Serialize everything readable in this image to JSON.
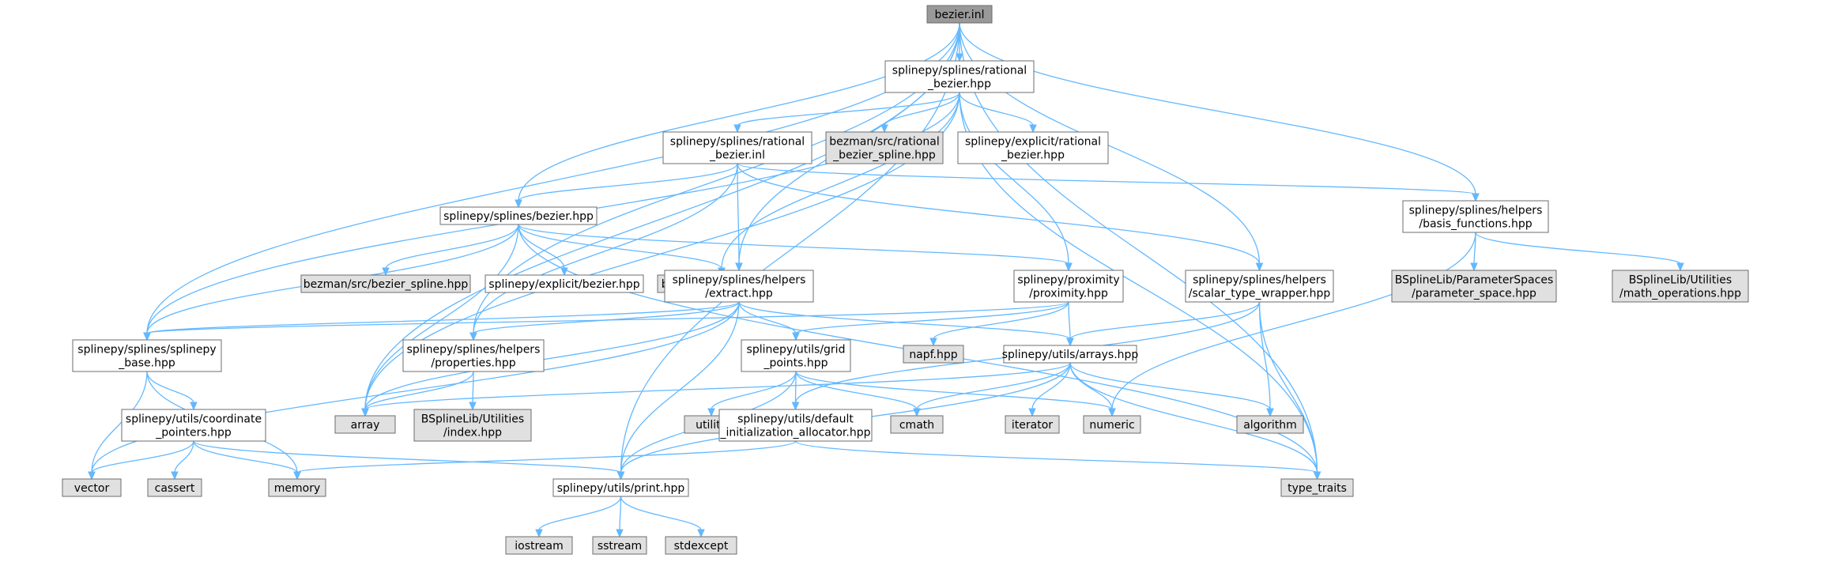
{
  "graph": {
    "nodes": [
      {
        "id": "bezier_inl",
        "lines": [
          "bezier.inl"
        ],
        "kind": "root"
      },
      {
        "id": "rational_bezier_hpp",
        "lines": [
          "splinepy/splines/rational",
          "_bezier.hpp"
        ],
        "kind": "documented"
      },
      {
        "id": "rational_bezier_inl",
        "lines": [
          "splinepy/splines/rational",
          "_bezier.inl"
        ],
        "kind": "documented"
      },
      {
        "id": "bezman_rational_spline",
        "lines": [
          "bezman/src/rational",
          "_bezier_spline.hpp"
        ],
        "kind": "external"
      },
      {
        "id": "explicit_rational",
        "lines": [
          "splinepy/explicit/rational",
          "_bezier.hpp"
        ],
        "kind": "documented"
      },
      {
        "id": "basis_functions",
        "lines": [
          "splinepy/splines/helpers",
          "/basis_functions.hpp"
        ],
        "kind": "documented"
      },
      {
        "id": "bezier_hpp",
        "lines": [
          "splinepy/splines/bezier.hpp"
        ],
        "kind": "documented"
      },
      {
        "id": "bezman_bezier_spline",
        "lines": [
          "bezman/src/bezier_spline.hpp"
        ],
        "kind": "external"
      },
      {
        "id": "explicit_bezier",
        "lines": [
          "splinepy/explicit/bezier.hpp"
        ],
        "kind": "documented"
      },
      {
        "id": "bezman_point",
        "lines": [
          "bezman/src/point.hpp"
        ],
        "kind": "external"
      },
      {
        "id": "extract",
        "lines": [
          "splinepy/splines/helpers",
          "/extract.hpp"
        ],
        "kind": "documented"
      },
      {
        "id": "proximity",
        "lines": [
          "splinepy/proximity",
          "/proximity.hpp"
        ],
        "kind": "documented"
      },
      {
        "id": "scalar_type_wrapper",
        "lines": [
          "splinepy/splines/helpers",
          "/scalar_type_wrapper.hpp"
        ],
        "kind": "documented"
      },
      {
        "id": "bspl_param_space",
        "lines": [
          "BSplineLib/ParameterSpaces",
          "/parameter_space.hpp"
        ],
        "kind": "external"
      },
      {
        "id": "bspl_math_ops",
        "lines": [
          "BSplineLib/Utilities",
          "/math_operations.hpp"
        ],
        "kind": "external"
      },
      {
        "id": "splinepy_base",
        "lines": [
          "splinepy/splines/splinepy",
          "_base.hpp"
        ],
        "kind": "documented"
      },
      {
        "id": "properties",
        "lines": [
          "splinepy/splines/helpers",
          "/properties.hpp"
        ],
        "kind": "documented"
      },
      {
        "id": "grid_points",
        "lines": [
          "splinepy/utils/grid",
          "_points.hpp"
        ],
        "kind": "documented"
      },
      {
        "id": "napf",
        "lines": [
          "napf.hpp"
        ],
        "kind": "external"
      },
      {
        "id": "arrays",
        "lines": [
          "splinepy/utils/arrays.hpp"
        ],
        "kind": "documented"
      },
      {
        "id": "coordinate_pointers",
        "lines": [
          "splinepy/utils/coordinate",
          "_pointers.hpp"
        ],
        "kind": "documented"
      },
      {
        "id": "array",
        "lines": [
          "array"
        ],
        "kind": "external"
      },
      {
        "id": "bspl_index",
        "lines": [
          "BSplineLib/Utilities",
          "/index.hpp"
        ],
        "kind": "external"
      },
      {
        "id": "utility",
        "lines": [
          "utility"
        ],
        "kind": "external"
      },
      {
        "id": "default_alloc",
        "lines": [
          "splinepy/utils/default",
          "_initialization_allocator.hpp"
        ],
        "kind": "documented"
      },
      {
        "id": "cmath",
        "lines": [
          "cmath"
        ],
        "kind": "external"
      },
      {
        "id": "iterator",
        "lines": [
          "iterator"
        ],
        "kind": "external"
      },
      {
        "id": "numeric",
        "lines": [
          "numeric"
        ],
        "kind": "external"
      },
      {
        "id": "algorithm",
        "lines": [
          "algorithm"
        ],
        "kind": "external"
      },
      {
        "id": "vector",
        "lines": [
          "vector"
        ],
        "kind": "external"
      },
      {
        "id": "cassert",
        "lines": [
          "cassert"
        ],
        "kind": "external"
      },
      {
        "id": "memory",
        "lines": [
          "memory"
        ],
        "kind": "external"
      },
      {
        "id": "print",
        "lines": [
          "splinepy/utils/print.hpp"
        ],
        "kind": "documented"
      },
      {
        "id": "type_traits",
        "lines": [
          "type_traits"
        ],
        "kind": "external"
      },
      {
        "id": "iostream",
        "lines": [
          "iostream"
        ],
        "kind": "external"
      },
      {
        "id": "sstream",
        "lines": [
          "sstream"
        ],
        "kind": "external"
      },
      {
        "id": "stdexcept",
        "lines": [
          "stdexcept"
        ],
        "kind": "external"
      }
    ],
    "edges": [
      [
        "bezier_inl",
        "rational_bezier_hpp"
      ],
      [
        "bezier_inl",
        "bezier_hpp"
      ],
      [
        "bezier_inl",
        "extract"
      ],
      [
        "bezier_inl",
        "scalar_type_wrapper"
      ],
      [
        "bezier_inl",
        "basis_functions"
      ],
      [
        "bezier_inl",
        "splinepy_base"
      ],
      [
        "bezier_inl",
        "properties"
      ],
      [
        "bezier_inl",
        "array"
      ],
      [
        "bezier_inl",
        "print"
      ],
      [
        "bezier_inl",
        "type_traits"
      ],
      [
        "rational_bezier_hpp",
        "rational_bezier_inl"
      ],
      [
        "rational_bezier_hpp",
        "bezman_rational_spline"
      ],
      [
        "rational_bezier_hpp",
        "explicit_rational"
      ],
      [
        "rational_bezier_hpp",
        "splinepy_base"
      ],
      [
        "rational_bezier_hpp",
        "bezman_point"
      ],
      [
        "rational_bezier_hpp",
        "proximity"
      ],
      [
        "rational_bezier_hpp",
        "array"
      ],
      [
        "rational_bezier_hpp",
        "type_traits"
      ],
      [
        "rational_bezier_inl",
        "bezier_hpp"
      ],
      [
        "rational_bezier_inl",
        "extract"
      ],
      [
        "rational_bezier_inl",
        "scalar_type_wrapper"
      ],
      [
        "rational_bezier_inl",
        "basis_functions"
      ],
      [
        "rational_bezier_inl",
        "properties"
      ],
      [
        "bezier_hpp",
        "bezman_bezier_spline"
      ],
      [
        "bezier_hpp",
        "explicit_bezier"
      ],
      [
        "bezier_hpp",
        "bezman_point"
      ],
      [
        "bezier_hpp",
        "proximity"
      ],
      [
        "bezier_hpp",
        "splinepy_base"
      ],
      [
        "bezier_hpp",
        "array"
      ],
      [
        "bezier_hpp",
        "type_traits"
      ],
      [
        "basis_functions",
        "bspl_param_space"
      ],
      [
        "basis_functions",
        "bspl_math_ops"
      ],
      [
        "basis_functions",
        "numeric"
      ],
      [
        "extract",
        "splinepy_base"
      ],
      [
        "extract",
        "properties"
      ],
      [
        "extract",
        "grid_points"
      ],
      [
        "extract",
        "arrays"
      ],
      [
        "extract",
        "array"
      ],
      [
        "extract",
        "vector"
      ],
      [
        "extract",
        "print"
      ],
      [
        "proximity",
        "napf"
      ],
      [
        "proximity",
        "arrays"
      ],
      [
        "proximity",
        "grid_points"
      ],
      [
        "proximity",
        "splinepy_base"
      ],
      [
        "scalar_type_wrapper",
        "arrays"
      ],
      [
        "scalar_type_wrapper",
        "algorithm"
      ],
      [
        "scalar_type_wrapper",
        "type_traits"
      ],
      [
        "scalar_type_wrapper",
        "default_alloc"
      ],
      [
        "splinepy_base",
        "coordinate_pointers"
      ],
      [
        "splinepy_base",
        "vector"
      ],
      [
        "splinepy_base",
        "memory"
      ],
      [
        "properties",
        "array"
      ],
      [
        "properties",
        "bspl_index"
      ],
      [
        "grid_points",
        "utility"
      ],
      [
        "grid_points",
        "default_alloc"
      ],
      [
        "grid_points",
        "cmath"
      ],
      [
        "grid_points",
        "print"
      ],
      [
        "grid_points",
        "numeric"
      ],
      [
        "arrays",
        "array"
      ],
      [
        "arrays",
        "cmath"
      ],
      [
        "arrays",
        "iterator"
      ],
      [
        "arrays",
        "numeric"
      ],
      [
        "arrays",
        "algorithm"
      ],
      [
        "arrays",
        "type_traits"
      ],
      [
        "arrays",
        "print"
      ],
      [
        "coordinate_pointers",
        "vector"
      ],
      [
        "coordinate_pointers",
        "cassert"
      ],
      [
        "coordinate_pointers",
        "memory"
      ],
      [
        "coordinate_pointers",
        "print"
      ],
      [
        "default_alloc",
        "memory"
      ],
      [
        "default_alloc",
        "type_traits"
      ],
      [
        "print",
        "iostream"
      ],
      [
        "print",
        "sstream"
      ],
      [
        "print",
        "stdexcept"
      ]
    ]
  },
  "colors": {
    "root_fill": "#999999",
    "documented_fill": "#ffffff",
    "external_fill": "#e0e0e0",
    "edge": "#63b8ff"
  }
}
